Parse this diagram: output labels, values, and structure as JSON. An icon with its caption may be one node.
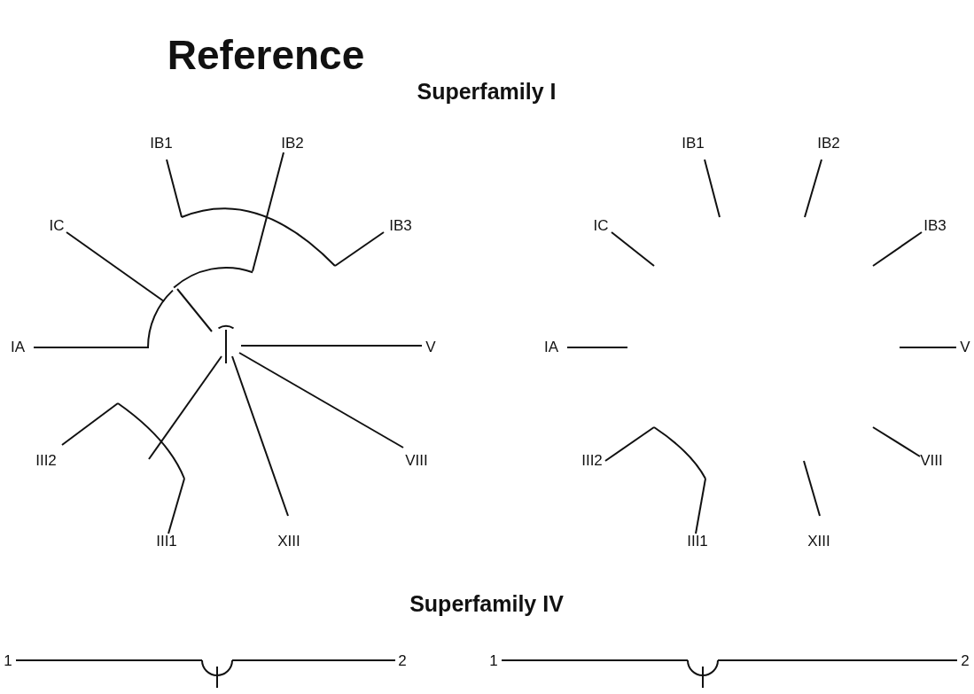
{
  "diagram": {
    "labels": [
      "Reference",
      "Superfamily I",
      "IB1",
      "IB2",
      "IB1",
      "IB2",
      "IC",
      "IB3",
      "IC",
      "IB3",
      "IA",
      "V",
      "IA",
      "V",
      "III2",
      "VIII",
      "III2",
      "VIII",
      "III1",
      "XIII",
      "III1",
      "XIII",
      "Superfamily IV",
      "1",
      "2",
      "1",
      "2"
    ]
  }
}
